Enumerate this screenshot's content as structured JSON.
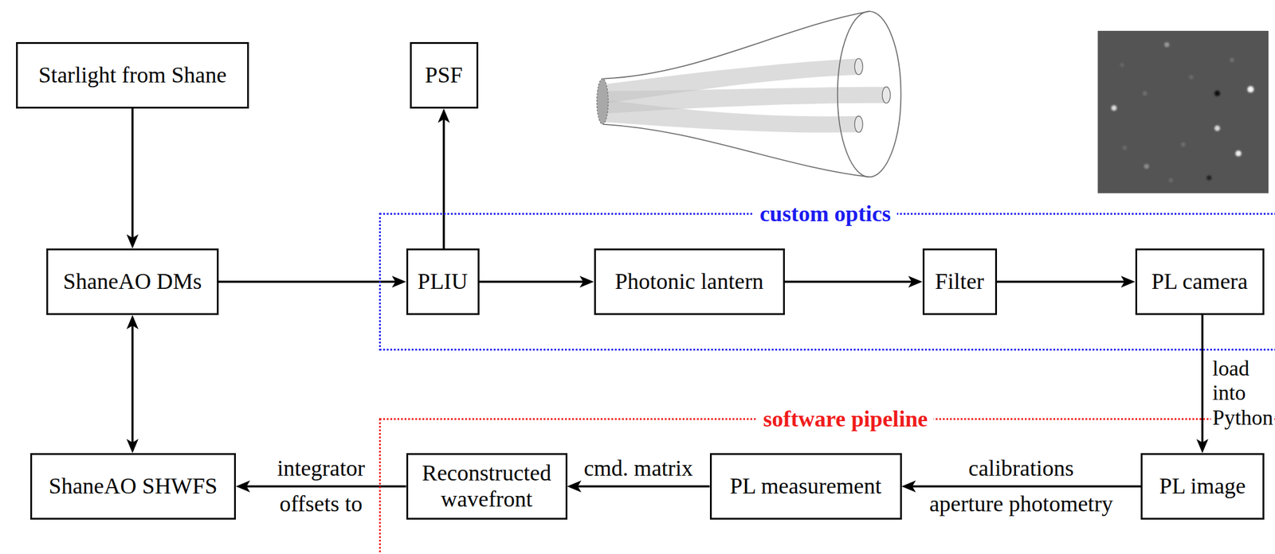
{
  "diagram": {
    "nodes": [
      {
        "text": [
          "Starlight from Shane"
        ]
      },
      {
        "text": [
          "PSF"
        ]
      },
      {
        "text": [
          "custom optics"
        ]
      },
      {
        "text": [
          "ShaneAO DMs"
        ]
      },
      {
        "text": [
          "PLIU"
        ],
        "in": 2
      },
      {
        "text": [
          "Photonic lantern"
        ],
        "in": 2
      },
      {
        "text": [
          "Filter"
        ],
        "in": 2
      },
      {
        "text": [
          "PL camera"
        ],
        "in": 2
      },
      {
        "text": [
          "software pipeline"
        ]
      },
      {
        "text": [
          "ShaneAO SHWFS"
        ]
      },
      {
        "text": [
          "Reconstructed wavefront"
        ],
        "in": 8
      },
      {
        "text": [
          "PL measurement"
        ],
        "in": 8
      },
      {
        "text": [
          "PL image"
        ],
        "in": 8
      }
    ],
    "edges": [
      {
        "from": 0,
        "to": 3,
        "arrow": "to"
      },
      {
        "from": 3,
        "to": 9,
        "arrow": "both"
      },
      {
        "from": 3,
        "to": 4,
        "arrow": "to"
      },
      {
        "from": 4,
        "to": 1,
        "arrow": "to"
      },
      {
        "from": 4,
        "to": 5,
        "arrow": "to"
      },
      {
        "from": 5,
        "to": 6,
        "arrow": "to"
      },
      {
        "from": 6,
        "to": 7,
        "arrow": "to"
      },
      {
        "from": 7,
        "to": 12,
        "arrow": "to",
        "label": "load into Python"
      },
      {
        "from": 12,
        "to": 11,
        "arrow": "to",
        "label": "calibrations"
      },
      {
        "from": 11,
        "to": 10,
        "arrow": "to",
        "label": "cmd. matrix"
      },
      {
        "from": 10,
        "to": 9,
        "arrow": "to",
        "label": "integrator"
      }
    ],
    "labels": [
      "offsets to",
      "aperture photometry"
    ]
  }
}
